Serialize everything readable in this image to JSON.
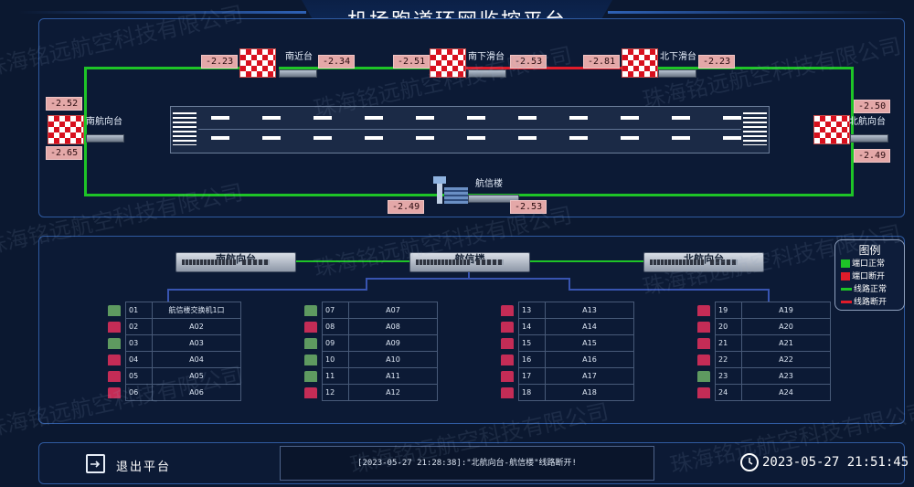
{
  "title": "机场跑道环网监控平台",
  "watermark": "珠海铭远航空科技有限公司",
  "nodes": {
    "south_approach": {
      "label": "南航向台",
      "v_top": "-2.52",
      "v_bottom": "-2.65"
    },
    "south_near": {
      "label": "南近台",
      "v_left": "-2.23",
      "v_right": "-2.34"
    },
    "south_taxi": {
      "label": "南下滑台",
      "v_left": "-2.51",
      "v_right": "-2.53"
    },
    "north_taxi": {
      "label": "北下滑台",
      "v_left": "-2.81",
      "v_right": "-2.23"
    },
    "north_approach": {
      "label": "北航向台",
      "v_top": "-2.50",
      "v_bottom": "-2.49"
    },
    "comm_building": {
      "label": "航信楼",
      "v_left": "-2.49",
      "v_right": "-2.53"
    }
  },
  "switches": {
    "left": "南航向台",
    "center": "航信楼",
    "right": "北航向台"
  },
  "legend": {
    "title": "图例",
    "port_ok": "端口正常",
    "port_down": "端口断开",
    "line_ok": "线路正常",
    "line_down": "线路断开",
    "colors": {
      "ok": "#1ec427",
      "down": "#e01c2a",
      "port_ok": "#5e9a60",
      "port_down": "#c42c56"
    }
  },
  "port_groups": [
    {
      "ports": [
        {
          "no": "01",
          "name": "航信楼交换机1口",
          "status": "ok"
        },
        {
          "no": "02",
          "name": "A02",
          "status": "down"
        },
        {
          "no": "03",
          "name": "A03",
          "status": "ok"
        },
        {
          "no": "04",
          "name": "A04",
          "status": "down"
        },
        {
          "no": "05",
          "name": "A05",
          "status": "down"
        },
        {
          "no": "06",
          "name": "A06",
          "status": "down"
        }
      ]
    },
    {
      "ports": [
        {
          "no": "07",
          "name": "A07",
          "status": "ok"
        },
        {
          "no": "08",
          "name": "A08",
          "status": "down"
        },
        {
          "no": "09",
          "name": "A09",
          "status": "ok"
        },
        {
          "no": "10",
          "name": "A10",
          "status": "ok"
        },
        {
          "no": "11",
          "name": "A11",
          "status": "ok"
        },
        {
          "no": "12",
          "name": "A12",
          "status": "down"
        }
      ]
    },
    {
      "ports": [
        {
          "no": "13",
          "name": "A13",
          "status": "down"
        },
        {
          "no": "14",
          "name": "A14",
          "status": "down"
        },
        {
          "no": "15",
          "name": "A15",
          "status": "down"
        },
        {
          "no": "16",
          "name": "A16",
          "status": "down"
        },
        {
          "no": "17",
          "name": "A17",
          "status": "down"
        },
        {
          "no": "18",
          "name": "A18",
          "status": "down"
        }
      ]
    },
    {
      "ports": [
        {
          "no": "19",
          "name": "A19",
          "status": "down"
        },
        {
          "no": "20",
          "name": "A20",
          "status": "down"
        },
        {
          "no": "21",
          "name": "A21",
          "status": "down"
        },
        {
          "no": "22",
          "name": "A22",
          "status": "down"
        },
        {
          "no": "23",
          "name": "A23",
          "status": "ok"
        },
        {
          "no": "24",
          "name": "A24",
          "status": "down"
        }
      ]
    }
  ],
  "footer": {
    "exit_label": "退出平台",
    "alarm": "[2023-05-27 21:28:38]:\"北航向台-航信楼\"线路断开!",
    "datetime": "2023-05-27  21:51:45"
  }
}
